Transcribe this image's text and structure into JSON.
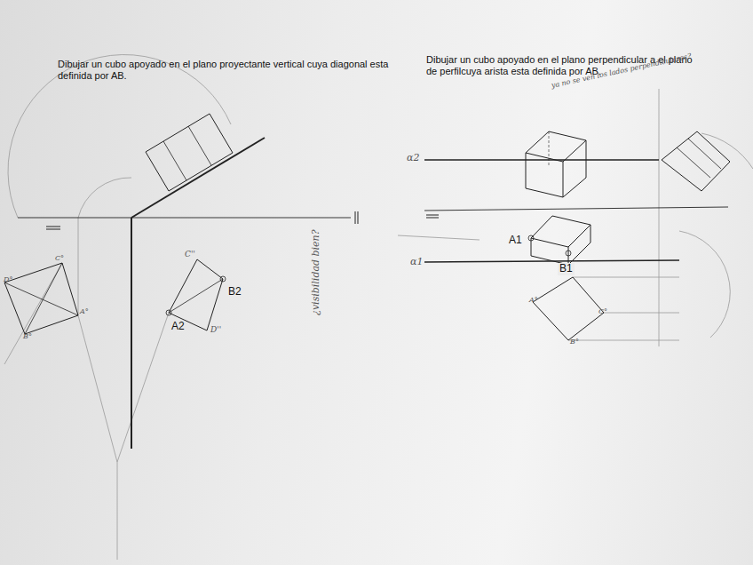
{
  "diagram": {
    "labels": [
      "Dibujar un cubo apoyado en el plano proyectante vertical cuya diagonal esta definida por AB.",
      "Dibujar un cubo apoyado en el plano perpendicular a el plano de perfilcuya arista esta definida por AB.",
      "A2",
      "B2",
      "A1",
      "B1",
      "C''",
      "D''",
      "A°",
      "B°",
      "C°",
      "D°",
      "A°",
      "C°",
      "B°",
      "α2",
      "α1",
      "¿visibilidad bien?",
      "ya no se ven los lados perpendiculares?"
    ]
  }
}
